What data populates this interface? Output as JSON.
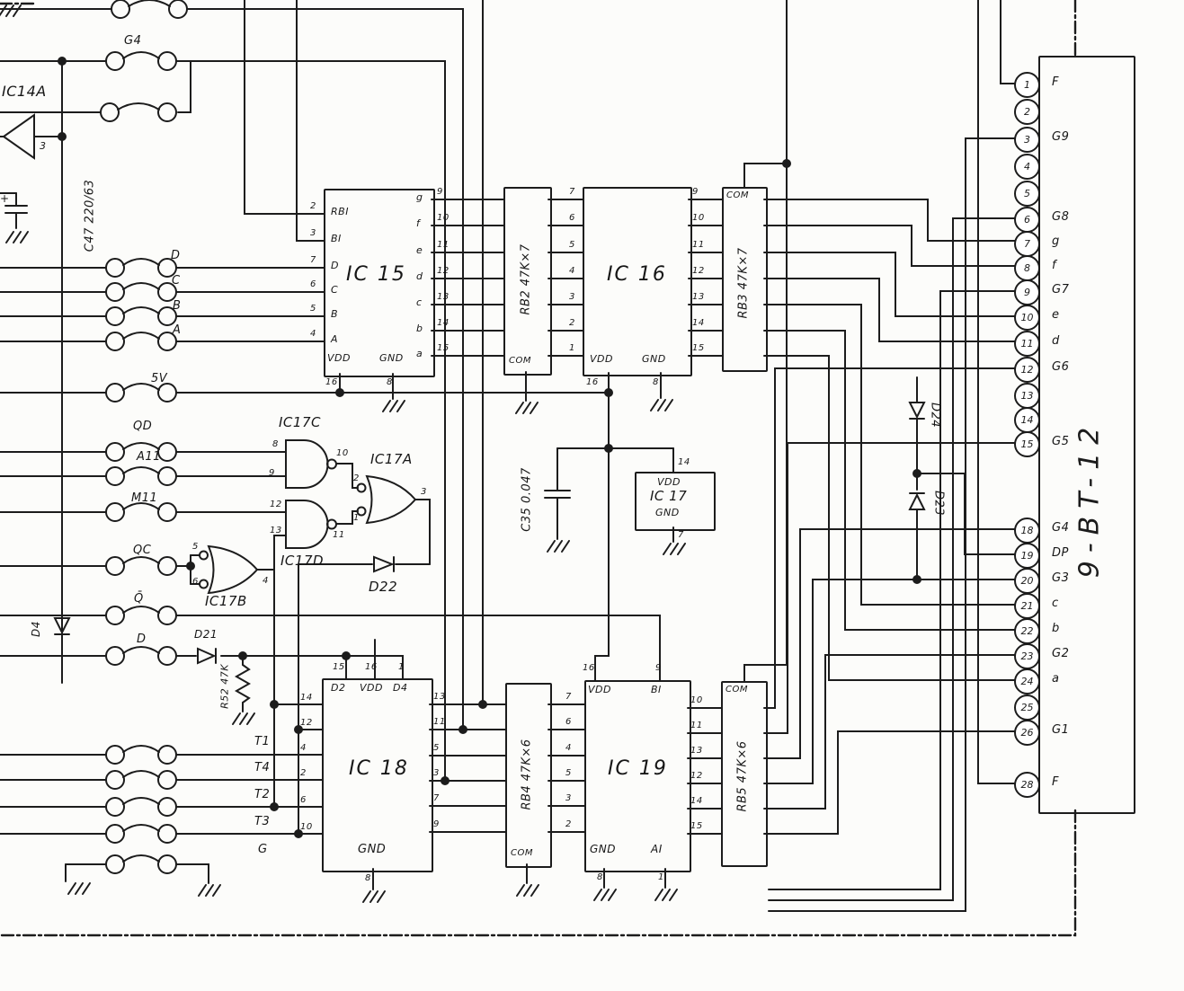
{
  "connector": {
    "name": "9-BT-12",
    "pins": [
      {
        "num": "1",
        "label": "F"
      },
      {
        "num": "2",
        "label": ""
      },
      {
        "num": "3",
        "label": "G9"
      },
      {
        "num": "4",
        "label": ""
      },
      {
        "num": "5",
        "label": ""
      },
      {
        "num": "6",
        "label": "G8"
      },
      {
        "num": "7",
        "label": "g"
      },
      {
        "num": "8",
        "label": "f"
      },
      {
        "num": "9",
        "label": "G7"
      },
      {
        "num": "10",
        "label": "e"
      },
      {
        "num": "11",
        "label": "d"
      },
      {
        "num": "12",
        "label": "G6"
      },
      {
        "num": "13",
        "label": ""
      },
      {
        "num": "14",
        "label": ""
      },
      {
        "num": "15",
        "label": "G5"
      },
      {
        "num": "18",
        "label": "G4"
      },
      {
        "num": "19",
        "label": "DP"
      },
      {
        "num": "20",
        "label": "G3"
      },
      {
        "num": "21",
        "label": "c"
      },
      {
        "num": "22",
        "label": "b"
      },
      {
        "num": "23",
        "label": "G2"
      },
      {
        "num": "24",
        "label": "a"
      },
      {
        "num": "25",
        "label": ""
      },
      {
        "num": "26",
        "label": "G1"
      },
      {
        "num": "28",
        "label": "F"
      }
    ]
  },
  "parts": {
    "ic14a": "IC14A",
    "ic14a_pin": "3",
    "c47": "C47 220/63",
    "c35": "C35 0.047",
    "r52": "R52 47K",
    "d4": "D4",
    "d21": "D21",
    "d22": "D22",
    "d23": "D23",
    "d24": "D24",
    "plus": "+"
  },
  "ic15": {
    "label": "IC 15",
    "vdd": "VDD",
    "vdd_pin": "16",
    "gnd": "GND",
    "gnd_pin": "8",
    "left": [
      {
        "pin": "2",
        "name": "RBI"
      },
      {
        "pin": "3",
        "name": "BI"
      },
      {
        "pin": "7",
        "name": "D"
      },
      {
        "pin": "6",
        "name": "C"
      },
      {
        "pin": "5",
        "name": "B"
      },
      {
        "pin": "4",
        "name": "A"
      }
    ],
    "right": [
      {
        "pin": "9",
        "seg": "g"
      },
      {
        "pin": "10",
        "seg": "f"
      },
      {
        "pin": "11",
        "seg": "e"
      },
      {
        "pin": "12",
        "seg": "d"
      },
      {
        "pin": "13",
        "seg": "c"
      },
      {
        "pin": "14",
        "seg": "b"
      },
      {
        "pin": "15",
        "seg": "a"
      }
    ]
  },
  "ic16": {
    "label": "IC 16",
    "vdd": "VDD",
    "vdd_pin": "16",
    "gnd": "GND",
    "gnd_pin": "8",
    "left_pins": [
      "7",
      "6",
      "5",
      "4",
      "3",
      "2",
      "1"
    ],
    "right_pins": [
      "9",
      "10",
      "11",
      "12",
      "13",
      "14",
      "15"
    ]
  },
  "rb2": {
    "title": "RB2 47K×7",
    "com": "COM"
  },
  "rb3": {
    "title": "RB3 47K×7",
    "com": "COM"
  },
  "rb4": {
    "title": "RB4 47K×6",
    "com": "COM"
  },
  "rb5": {
    "title": "RB5 47K×6",
    "com": "COM"
  },
  "gates": {
    "c": {
      "label": "IC17C",
      "in1": "8",
      "in2": "9",
      "out": "10"
    },
    "a": {
      "label": "IC17A",
      "in1": "2",
      "in2": "1",
      "out": "3"
    },
    "d": {
      "label": "IC17D",
      "in1": "12",
      "in2": "13",
      "out": "11"
    },
    "b": {
      "label": "IC17B",
      "in1": "5",
      "in2": "6",
      "out": "4"
    }
  },
  "ic17pwr": {
    "label": "IC 17",
    "vdd": "VDD",
    "vdd_pin": "14",
    "gnd": "GND",
    "gnd_pin": "7"
  },
  "ic18": {
    "label": "IC 18",
    "gnd": "GND",
    "gnd_pin": "8",
    "top": [
      {
        "pin": "15",
        "name": "D2"
      },
      {
        "pin": "16",
        "name": "VDD"
      },
      {
        "pin": "1",
        "name": "D4"
      }
    ],
    "left_pins": [
      "14",
      "12",
      "4",
      "2",
      "6",
      "10"
    ],
    "right_pins": [
      "13",
      "11",
      "5",
      "3",
      "7",
      "9"
    ]
  },
  "ic19": {
    "label": "IC 19",
    "top": [
      {
        "pin": "16",
        "name": "VDD"
      },
      {
        "pin": "9",
        "name": "BI"
      }
    ],
    "bottom": [
      {
        "pin": "8",
        "name": "GND"
      },
      {
        "pin": "1",
        "name": "AI"
      }
    ],
    "left_pins": [
      "7",
      "6",
      "4",
      "5",
      "3",
      "2"
    ],
    "right_pins": [
      "10",
      "11",
      "13",
      "12",
      "14",
      "15"
    ]
  },
  "signals": {
    "g4": "G4",
    "d": "D",
    "c": "C",
    "b": "B",
    "a": "A",
    "v5": "5V",
    "qd": "QD",
    "a11": "A11",
    "m11": "M11",
    "qc": "QC",
    "qbar": "Q̄",
    "d2": "D",
    "t1": "T1",
    "t4": "T4",
    "t2": "T2",
    "t3": "T3",
    "g": "G"
  },
  "colors": {
    "ink": "#1c1c1c",
    "paper": "#fcfcfa"
  }
}
